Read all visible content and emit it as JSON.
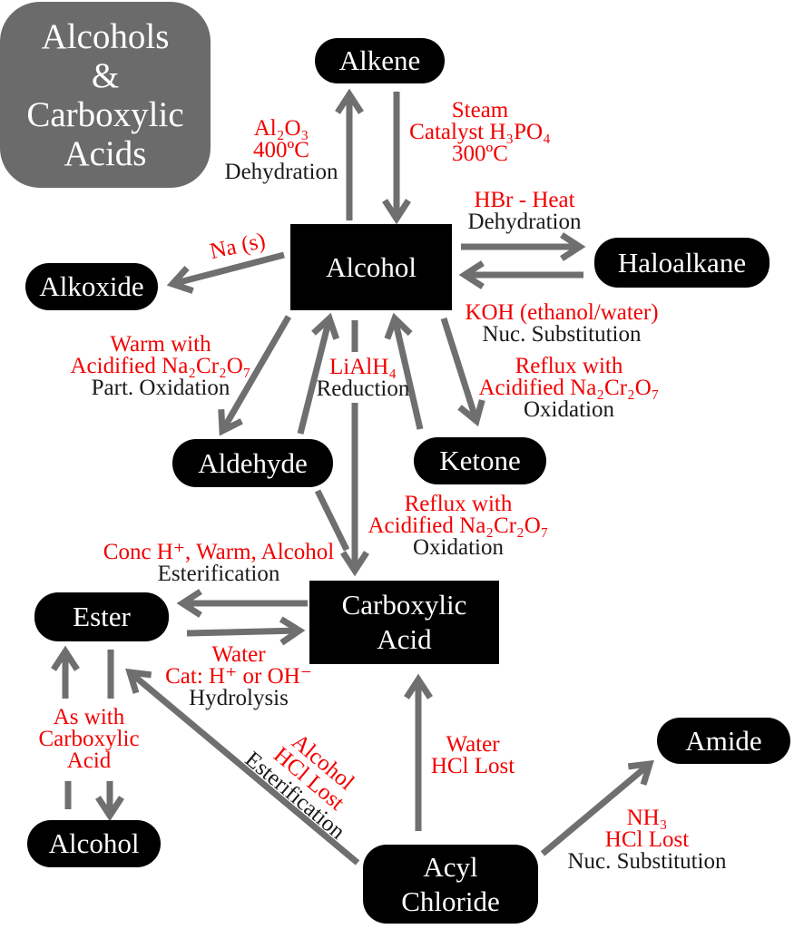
{
  "title": {
    "lines": [
      "Alcohols",
      "&",
      "Carboxylic",
      "Acids"
    ]
  },
  "colors": {
    "red": "#f20000",
    "black": "#1a1a1a",
    "arrow_grey": "#6f6f6f",
    "node_bg": "#000000",
    "node_text": "#ffffff",
    "title_bg": "#6b6b6b"
  },
  "nodes": [
    {
      "id": "alkene",
      "label": "Alkene"
    },
    {
      "id": "alcohol",
      "label": "Alcohol"
    },
    {
      "id": "haloalkane",
      "label": "Haloalkane"
    },
    {
      "id": "alkoxide",
      "label": "Alkoxide"
    },
    {
      "id": "aldehyde",
      "label": "Aldehyde"
    },
    {
      "id": "ketone",
      "label": "Ketone"
    },
    {
      "id": "carboxylic-acid",
      "lines": [
        "Carboxylic",
        "Acid"
      ]
    },
    {
      "id": "ester",
      "label": "Ester"
    },
    {
      "id": "alcohol-2",
      "label": "Alcohol"
    },
    {
      "id": "acyl-chloride",
      "lines": [
        "Acyl",
        "Chloride"
      ]
    },
    {
      "id": "amide",
      "label": "Amide"
    }
  ],
  "labels": [
    {
      "id": "al2o3-dehydration",
      "red": [
        "Al₂O₃",
        "400ºC"
      ],
      "black": [
        "Dehydration"
      ]
    },
    {
      "id": "steam-hydration",
      "red": [
        "Steam",
        "Catalyst H₃PO₄",
        "300ºC"
      ],
      "black": []
    },
    {
      "id": "hbr-heat",
      "red": [
        "HBr - Heat"
      ],
      "black": [
        "Dehydration"
      ]
    },
    {
      "id": "koh-substitution",
      "red": [
        "KOH (ethanol/water)"
      ],
      "black": [
        "Nuc. Substitution"
      ]
    },
    {
      "id": "na-solid",
      "red": [
        "Na (s)"
      ],
      "black": []
    },
    {
      "id": "warm-dichromate",
      "red": [
        "Warm with",
        "Acidified Na₂Cr₂O₇"
      ],
      "black": [
        "Part. Oxidation"
      ]
    },
    {
      "id": "lialh4-reduction",
      "red": [
        "LiAlH₄"
      ],
      "black": [
        "Reduction"
      ]
    },
    {
      "id": "reflux-dichromate-upper",
      "red": [
        "Reflux with",
        "Acidified Na₂Cr₂O₇"
      ],
      "black": [
        "Oxidation"
      ]
    },
    {
      "id": "reflux-dichromate-lower",
      "red": [
        "Reflux with",
        "Acidified Na₂Cr₂O₇"
      ],
      "black": [
        "Oxidation"
      ]
    },
    {
      "id": "conc-esterification",
      "red": [
        "Conc H⁺, Warm, Alcohol"
      ],
      "black": [
        "Esterification"
      ]
    },
    {
      "id": "water-hydrolysis",
      "red": [
        "Water",
        "Cat: H⁺ or OH⁻"
      ],
      "black": [
        "Hydrolysis"
      ]
    },
    {
      "id": "as-with-carboxylic",
      "red": [
        "As with",
        "Carboxylic",
        "Acid"
      ],
      "black": []
    },
    {
      "id": "alcohol-hcl-esterification",
      "red": [
        "Alcohol",
        "HCl Lost"
      ],
      "black": [
        "Esterification"
      ]
    },
    {
      "id": "water-hcl-lost",
      "red": [
        "Water",
        "HCl Lost"
      ],
      "black": []
    },
    {
      "id": "nh3-substitution",
      "red": [
        "NH₃",
        "HCl Lost"
      ],
      "black": [
        "Nuc. Substitution"
      ]
    }
  ]
}
